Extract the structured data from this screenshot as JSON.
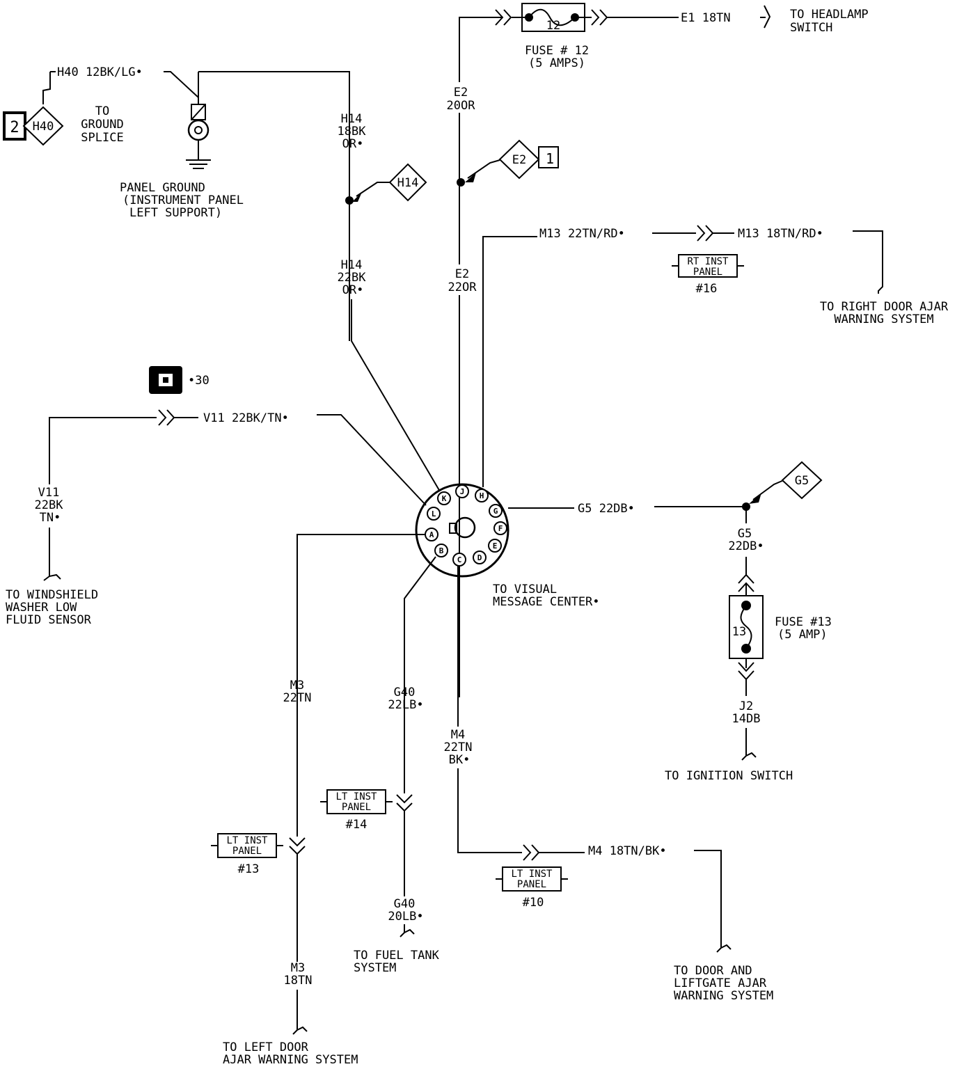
{
  "fuse12": {
    "number": "12",
    "label1": "FUSE # 12",
    "label2": "(5 AMPS)"
  },
  "e1": {
    "wire": "E1  18TN",
    "dest1": "TO HEADLAMP",
    "dest2": "SWITCH"
  },
  "h40": {
    "wire": "H40  12BK/LG•",
    "splice_num": "2",
    "splice_id": "H40",
    "dest1": "TO",
    "dest2": "GROUND",
    "dest3": "SPLICE"
  },
  "panel_ground": {
    "line1": "PANEL GROUND",
    "line2": "(INSTRUMENT PANEL",
    "line3": "LEFT SUPPORT)"
  },
  "h14_upper": {
    "line1": "H14",
    "line2": "18BK",
    "line3": "OR•"
  },
  "h14_splice": "H14",
  "h14_lower": {
    "line1": "H14",
    "line2": "22BK",
    "line3": "OR•"
  },
  "e2_upper": {
    "line1": "E2",
    "line2": "20OR"
  },
  "e2_splice": {
    "id": "E2",
    "num": "1"
  },
  "e2_lower": {
    "line1": "E2",
    "line2": "22OR"
  },
  "m13": {
    "wire_left": "M13 22TN/RD•",
    "wire_right": "M13  18TN/RD•",
    "conn_line1": "RT INST",
    "conn_line2": "PANEL",
    "conn_num": "#16",
    "dest1": "TO RIGHT DOOR AJAR",
    "dest2": "WARNING SYSTEM"
  },
  "connector30": {
    "label": "•30"
  },
  "v11": {
    "wire": "V11  22BK/TN•",
    "vert1": "V11",
    "vert2": "22BK",
    "vert3": "TN•",
    "dest1": "TO WINDSHIELD",
    "dest2": "WASHER LOW",
    "dest3": "FLUID SENSOR"
  },
  "vmc": {
    "pins": [
      "K",
      "J",
      "H",
      "G",
      "F",
      "E",
      "D",
      "C",
      "B",
      "A",
      "L"
    ],
    "label1": "TO VISUAL",
    "label2": "MESSAGE CENTER•"
  },
  "g5": {
    "wire": "G5  22DB•",
    "splice_id": "G5",
    "vert1": "G5",
    "vert2": "22DB•"
  },
  "fuse13": {
    "number": "13",
    "label1": "FUSE #13",
    "label2": "(5 AMP)"
  },
  "j2": {
    "line1": "J2",
    "line2": "14DB",
    "dest": "TO IGNITION SWITCH"
  },
  "m3": {
    "upper1": "M3",
    "upper2": "22TN",
    "conn_line1": "LT INST",
    "conn_line2": "PANEL",
    "conn_num": "#13",
    "lower1": "M3",
    "lower2": "18TN",
    "dest1": "TO LEFT DOOR",
    "dest2": "AJAR WARNING SYSTEM"
  },
  "g40": {
    "upper1": "G40",
    "upper2": "22LB•",
    "conn_line1": "LT INST",
    "conn_line2": "PANEL",
    "conn_num": "#14",
    "lower1": "G40",
    "lower2": "20LB•",
    "dest1": "TO FUEL TANK",
    "dest2": "SYSTEM"
  },
  "m4": {
    "upper1": "M4",
    "upper2": "22TN",
    "upper3": "BK•",
    "wire": "M4  18TN/BK•",
    "conn_line1": "LT INST",
    "conn_line2": "PANEL",
    "conn_num": "#10",
    "dest1": "TO DOOR AND",
    "dest2": "LIFTGATE AJAR",
    "dest3": "WARNING SYSTEM"
  }
}
